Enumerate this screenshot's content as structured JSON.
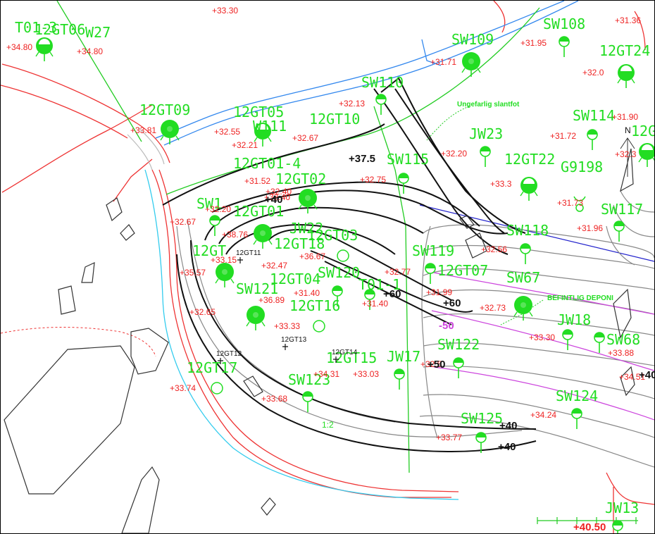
{
  "colors": {
    "borehole": "#22dd22",
    "level": "#ee2222",
    "contour": "#111111",
    "terrain": "#888888",
    "road": "#ee3333",
    "water": "#33ccee",
    "pipe": "#3388ee",
    "deponi": "#cc44dd",
    "boundary": "#2222cc"
  },
  "boreholes": [
    {
      "label": "T01-3",
      "symbol": "none"
    },
    {
      "label": "12GT06",
      "symbol": "half-filled"
    },
    {
      "label": "W27",
      "symbol": "none"
    },
    {
      "label": "12GT09",
      "symbol": "full"
    },
    {
      "label": "12GT05",
      "symbol": "none"
    },
    {
      "label": "W111",
      "symbol": "half-filled"
    },
    {
      "label": "12GT10",
      "symbol": "none"
    },
    {
      "label": "SW110",
      "symbol": "half"
    },
    {
      "label": "SW109",
      "symbol": "full"
    },
    {
      "label": "SW108",
      "symbol": "half"
    },
    {
      "label": "12GT24",
      "symbol": "half-filled"
    },
    {
      "label": "SW114",
      "symbol": "half"
    },
    {
      "label": "12G",
      "symbol": "half-filled"
    },
    {
      "label": "JW23",
      "symbol": "half"
    },
    {
      "label": "12GT22",
      "symbol": "half-filled"
    },
    {
      "label": "G9198",
      "symbol": "cross"
    },
    {
      "label": "SW117",
      "symbol": "half"
    },
    {
      "label": "SW115",
      "symbol": "half"
    },
    {
      "label": "12GT01-4",
      "symbol": "none"
    },
    {
      "label": "12GT02",
      "symbol": "full"
    },
    {
      "label": "12GT01",
      "symbol": "full"
    },
    {
      "label": "SW1",
      "symbol": "half"
    },
    {
      "label": "JW22",
      "symbol": "none"
    },
    {
      "label": "12GT03",
      "symbol": "ring"
    },
    {
      "label": "12GT18",
      "symbol": "none"
    },
    {
      "label": "12GT",
      "symbol": "full"
    },
    {
      "label": "SW118",
      "symbol": "half"
    },
    {
      "label": "SW119",
      "symbol": "half"
    },
    {
      "label": "SW120",
      "symbol": "none"
    },
    {
      "label": "12GT04",
      "symbol": "half"
    },
    {
      "label": "12GT07",
      "symbol": "none"
    },
    {
      "label": "SW67",
      "symbol": "full"
    },
    {
      "label": "SW121",
      "symbol": "full"
    },
    {
      "label": "12GT16",
      "symbol": "ring"
    },
    {
      "label": "T01-1",
      "symbol": "half"
    },
    {
      "label": "JW18",
      "symbol": "half"
    },
    {
      "label": "SW68",
      "symbol": "half"
    },
    {
      "label": "SW122",
      "symbol": "half"
    },
    {
      "label": "12GT15",
      "symbol": "none"
    },
    {
      "label": "JW17",
      "symbol": "half"
    },
    {
      "label": "12GT17",
      "symbol": "ring"
    },
    {
      "label": "SW123",
      "symbol": "half"
    },
    {
      "label": "SW124",
      "symbol": "half"
    },
    {
      "label": "SW125",
      "symbol": "half"
    },
    {
      "label": "JW13",
      "symbol": "half"
    }
  ],
  "levels": [
    "+33.30",
    "+34.80",
    "+34.80",
    "+31.36",
    "+31.95",
    "+31.71",
    "+32.0",
    "+32.13",
    "+33.81",
    "+32.55",
    "+32.21",
    "+32.67",
    "+31.90",
    "+31.72",
    "+32.20",
    "+32.3",
    "+32.75",
    "+33.3",
    "+31.73",
    "+31.52",
    "+32.40",
    "+32.40",
    "+32.20",
    "+31.96",
    "+32.67",
    "+38.76",
    "+32.56",
    "+33.15",
    "+36.67",
    "+32.47",
    "+35.57",
    "+32.77",
    "+31.99",
    "+31.40",
    "+36.89",
    "+31.40",
    "+32.73",
    "+32.65",
    "+33.33",
    "+33.30",
    "+33.88",
    "+34.31",
    "+33.03",
    "+32.5",
    "+34.51",
    "+33.74",
    "+33.68",
    "+34.24",
    "+33.77",
    "+40.50"
  ],
  "contours": [
    "+37.5",
    "+40",
    "+60",
    "+60",
    "+50",
    "+40",
    "+40",
    "+40",
    "-50"
  ],
  "profile_codes": [
    "12GT11",
    "12GT13",
    "12GT12",
    "12GT14"
  ],
  "annotations": {
    "ungefarlig": "Ungefarlig slantfot",
    "befintlig": "BEFINTLIG DEPONI",
    "slope": "1:2",
    "north": "N"
  }
}
